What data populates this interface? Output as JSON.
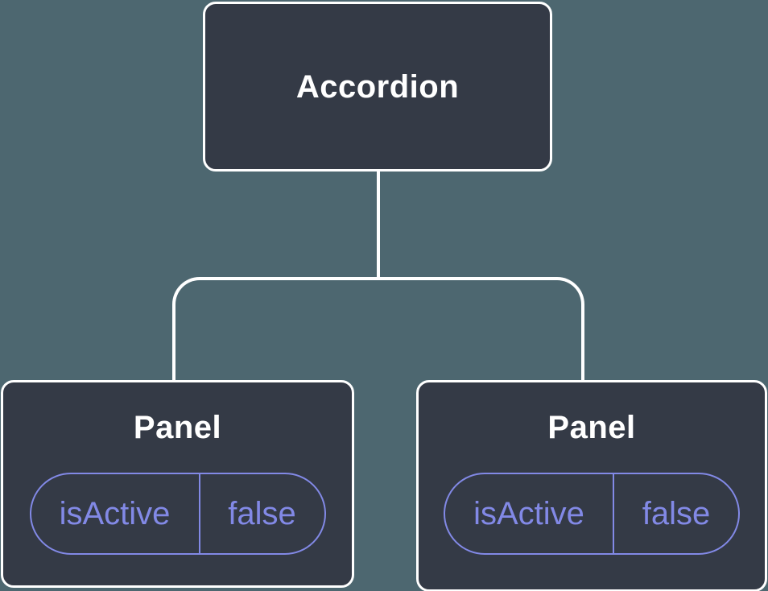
{
  "colors": {
    "background": "#4d6770",
    "node_fill": "#343a46",
    "node_border": "#ffffff",
    "connector": "#ffffff",
    "title_text": "#ffffff",
    "state_accent": "#8289e6"
  },
  "tree": {
    "root": {
      "label": "Accordion"
    },
    "children": [
      {
        "label": "Panel",
        "state": {
          "key": "isActive",
          "value": "false"
        }
      },
      {
        "label": "Panel",
        "state": {
          "key": "isActive",
          "value": "false"
        }
      }
    ]
  }
}
